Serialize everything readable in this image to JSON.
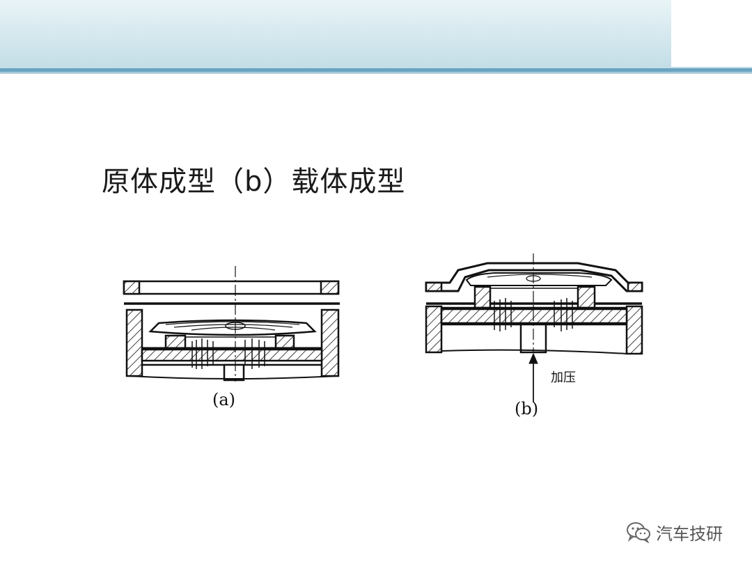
{
  "slide": {
    "title": "原体成型（b）载体成型"
  },
  "diagrams": {
    "a": {
      "caption": "(a)"
    },
    "b": {
      "caption": "(b)",
      "pressure_label": "加压"
    }
  },
  "watermark": {
    "text": "汽车技研",
    "icon": "wechat-icon"
  },
  "colors": {
    "header_band": "#d4e8ee",
    "header_line": "#6aa3c2"
  }
}
